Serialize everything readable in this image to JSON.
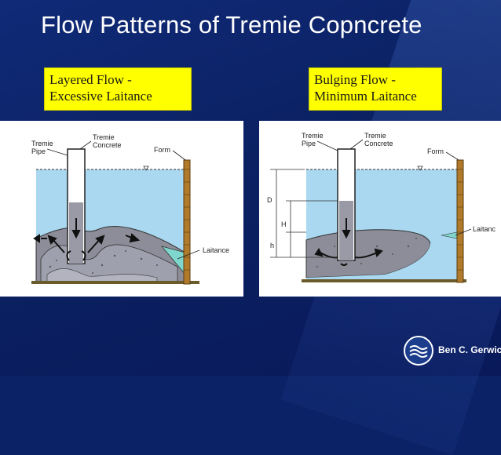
{
  "slide": {
    "title": "Flow Patterns of Tremie Copncrete"
  },
  "left_panel": {
    "caption_line1": "Layered Flow -",
    "caption_line2": "Excessive Laitance",
    "diagram": {
      "tremie_pipe_label_1": "Tremie",
      "tremie_pipe_label_2": "Pipe",
      "tremie_concrete_label_1": "Tremie",
      "tremie_concrete_label_2": "Concrete",
      "form_label": "Form",
      "laitance_label": "Laitance"
    }
  },
  "right_panel": {
    "caption_line1": "Bulging Flow -",
    "caption_line2": "Minimum Laitance",
    "diagram": {
      "tremie_pipe_label_1": "Tremie",
      "tremie_pipe_label_2": "Pipe",
      "tremie_concrete_label_1": "Tremie",
      "tremie_concrete_label_2": "Concrete",
      "form_label": "Form",
      "laitance_label": "Laitanc",
      "dim_d": "D",
      "dim_h_upper": "H",
      "dim_h_lower": "h"
    }
  },
  "logo": {
    "text": "Ben C. Gerwick,"
  },
  "colors": {
    "background": "#0b2366",
    "caption_bg": "#ffff00",
    "water": "#a9d8f0",
    "concrete": "#9a9aa6",
    "form": "#b07a2a",
    "laitance": "#7fd6cc"
  }
}
